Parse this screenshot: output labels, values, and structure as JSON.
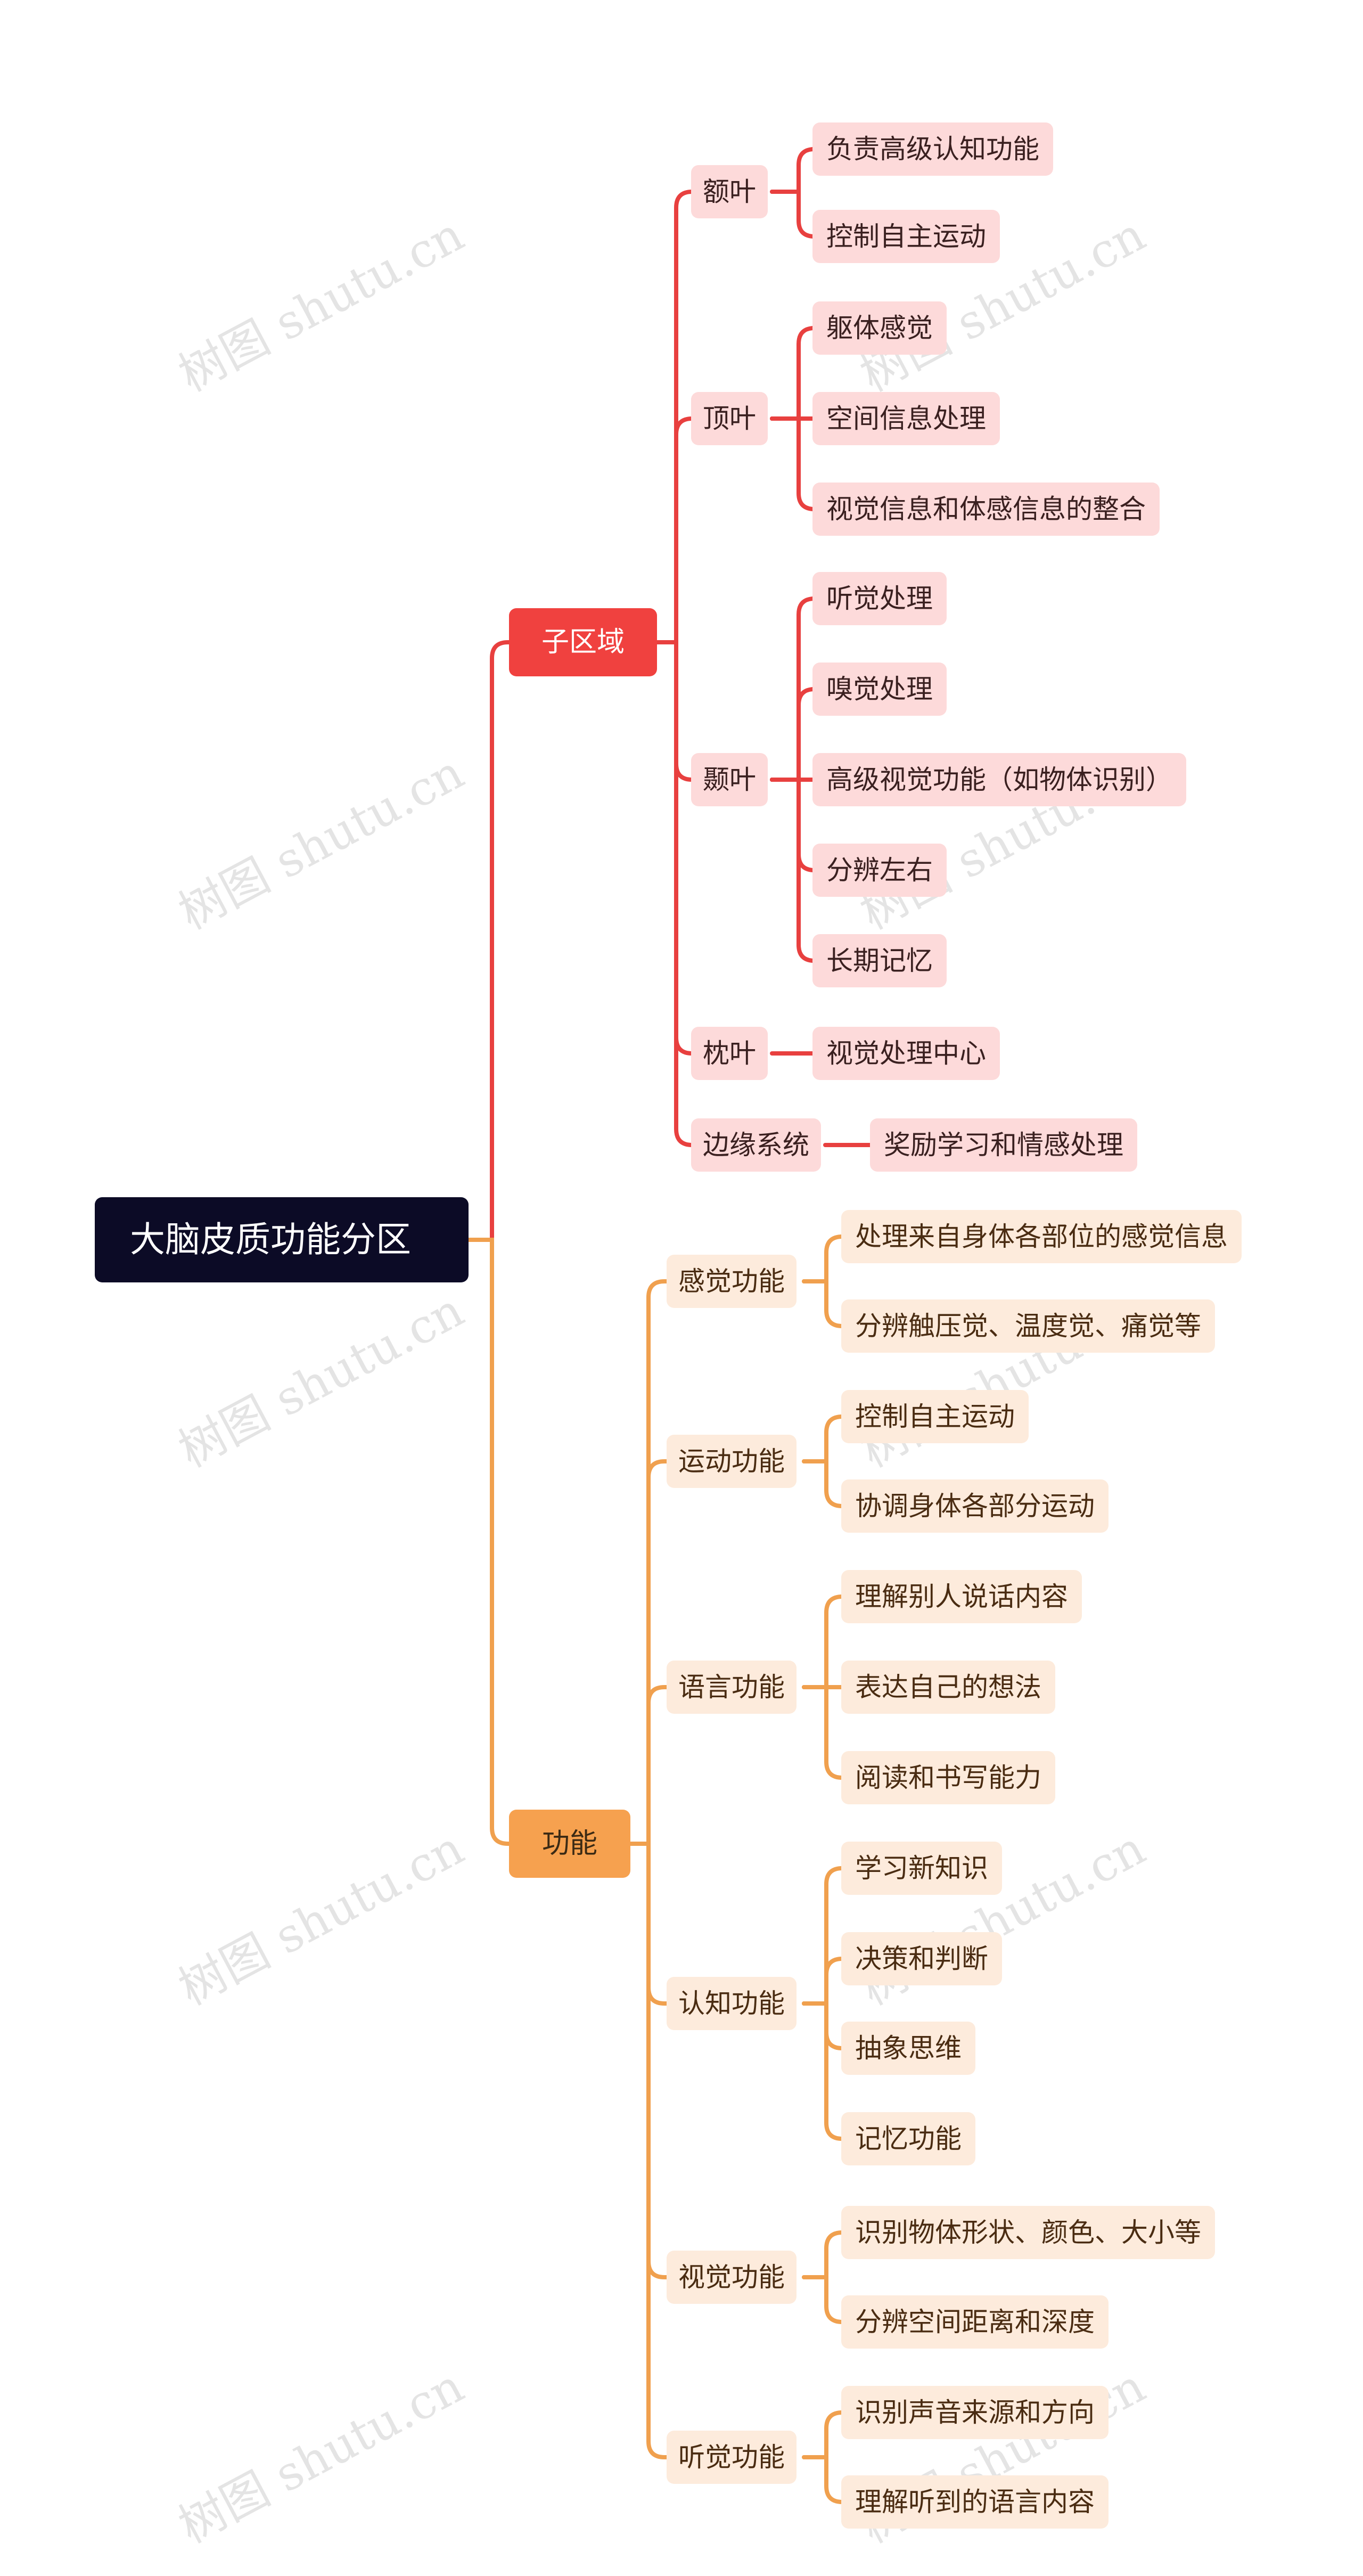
{
  "root": {
    "label": "大脑皮质功能分区"
  },
  "colors": {
    "root": "#0c0b26",
    "red": "#f0413f",
    "red_light": "#fddada",
    "orange": "#f6a14f",
    "orange_light": "#fdebdc"
  },
  "branches": [
    {
      "label": "子区域",
      "color": "red",
      "children": [
        {
          "label": "额叶",
          "children": [
            "负责高级认知功能",
            "控制自主运动"
          ]
        },
        {
          "label": "顶叶",
          "children": [
            "躯体感觉",
            "空间信息处理",
            "视觉信息和体感信息的整合"
          ]
        },
        {
          "label": "颞叶",
          "children": [
            "听觉处理",
            "嗅觉处理",
            "高级视觉功能（如物体识别）",
            "分辨左右",
            "长期记忆"
          ]
        },
        {
          "label": "枕叶",
          "children": [
            "视觉处理中心"
          ]
        },
        {
          "label": "边缘系统",
          "children": [
            "奖励学习和情感处理"
          ]
        }
      ]
    },
    {
      "label": "功能",
      "color": "orange",
      "children": [
        {
          "label": "感觉功能",
          "children": [
            "处理来自身体各部位的感觉信息",
            "分辨触压觉、温度觉、痛觉等"
          ]
        },
        {
          "label": "运动功能",
          "children": [
            "控制自主运动",
            "协调身体各部分运动"
          ]
        },
        {
          "label": "语言功能",
          "children": [
            "理解别人说话内容",
            "表达自己的想法",
            "阅读和书写能力"
          ]
        },
        {
          "label": "认知功能",
          "children": [
            "学习新知识",
            "决策和判断",
            "抽象思维",
            "记忆功能"
          ]
        },
        {
          "label": "视觉功能",
          "children": [
            "识别物体形状、颜色、大小等",
            "分辨空间距离和深度"
          ]
        },
        {
          "label": "听觉功能",
          "children": [
            "识别声音来源和方向",
            "理解听到的语言内容"
          ]
        }
      ]
    }
  ],
  "watermark": "树图 shutu.cn"
}
